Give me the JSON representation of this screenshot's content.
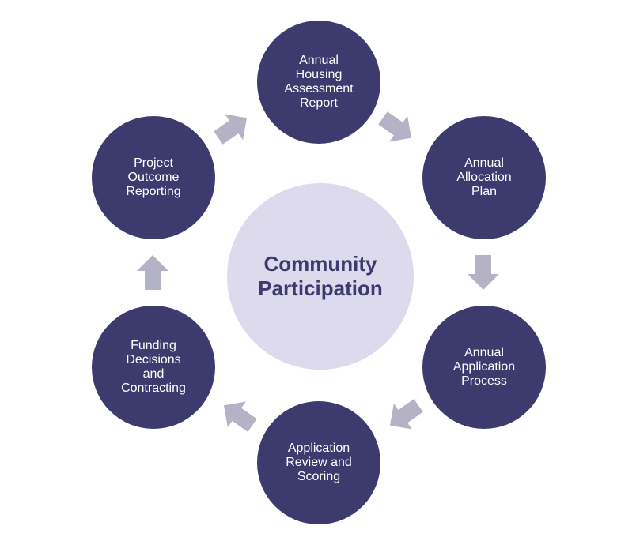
{
  "diagram": {
    "center": {
      "label": "Community\nParticipation"
    },
    "steps": [
      {
        "id": "housing-assessment",
        "label": "Annual\nHousing\nAssessment\nReport"
      },
      {
        "id": "allocation-plan",
        "label": "Annual\nAllocation\nPlan"
      },
      {
        "id": "application-process",
        "label": "Annual\nApplication\nProcess"
      },
      {
        "id": "review-scoring",
        "label": "Application\nReview and\nScoring"
      },
      {
        "id": "funding-decisions",
        "label": "Funding\nDecisions\nand\nContracting"
      },
      {
        "id": "outcome-reporting",
        "label": "Project\nOutcome\nReporting"
      }
    ],
    "colors": {
      "step_fill": "#3d3b6d",
      "step_text": "#ffffff",
      "center_fill": "#dcdaec",
      "center_text": "#3d3b6d",
      "arrow": "#b4b3c6"
    }
  }
}
